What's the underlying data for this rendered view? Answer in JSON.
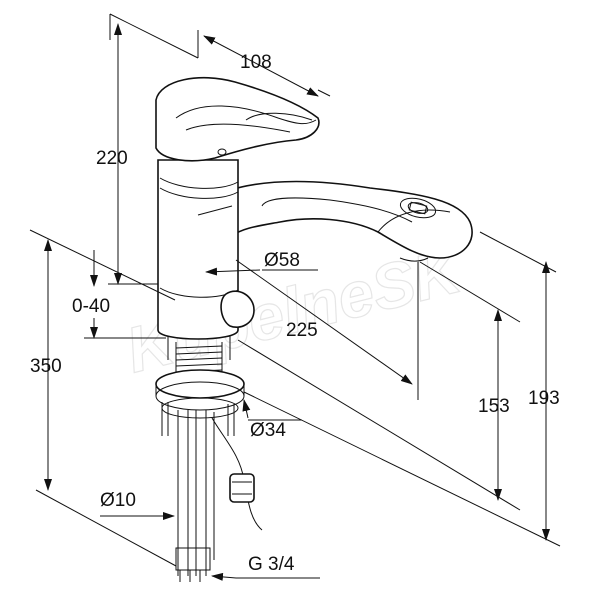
{
  "watermark": "KupelneSK",
  "dimensions": {
    "spout_depth": "108",
    "body_height": "220",
    "outlet_diameter": "Ø58",
    "adjust_range": "0-40",
    "spout_reach": "225",
    "total_height": "350",
    "base_diameter": "Ø34",
    "spout_height_low": "153",
    "spout_height_high": "193",
    "hose_diameter": "Ø10",
    "connection_thread": "G 3/4"
  },
  "colors": {
    "line": "#111111",
    "background": "#ffffff",
    "watermark": "#e6e6e6"
  }
}
